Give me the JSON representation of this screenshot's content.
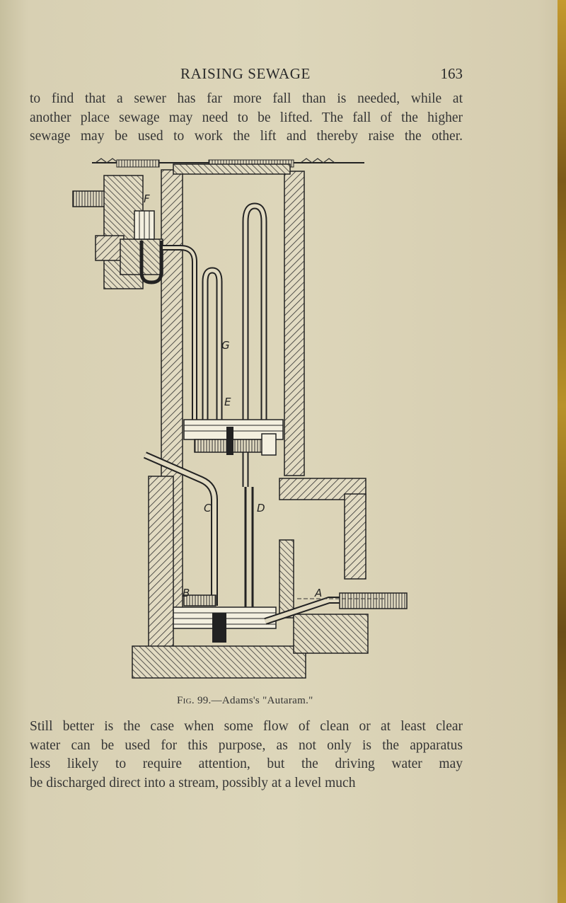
{
  "header": {
    "running_title": "RAISING SEWAGE",
    "page_number": "163"
  },
  "paragraph_1": [
    "to find that a sewer has far more fall than is needed, while at",
    "another place sewage may need to be lifted. The fall of the higher",
    "sewage may be used to work the lift and thereby raise the other."
  ],
  "figure": {
    "labels": {
      "F": "F",
      "G": "G",
      "E": "E",
      "C": "C",
      "D": "D",
      "A": "A",
      "B": "B"
    },
    "caption_prefix": "Fig.",
    "caption_rest": " 99.—Adams's \"Autaram.\""
  },
  "paragraph_2": [
    "Still better is the case when some flow of clean or at least clear",
    "water can be used for this purpose, as not only is the apparatus",
    "less likely to require attention, but the driving water may",
    "be discharged direct into a stream, possibly at a level much"
  ]
}
